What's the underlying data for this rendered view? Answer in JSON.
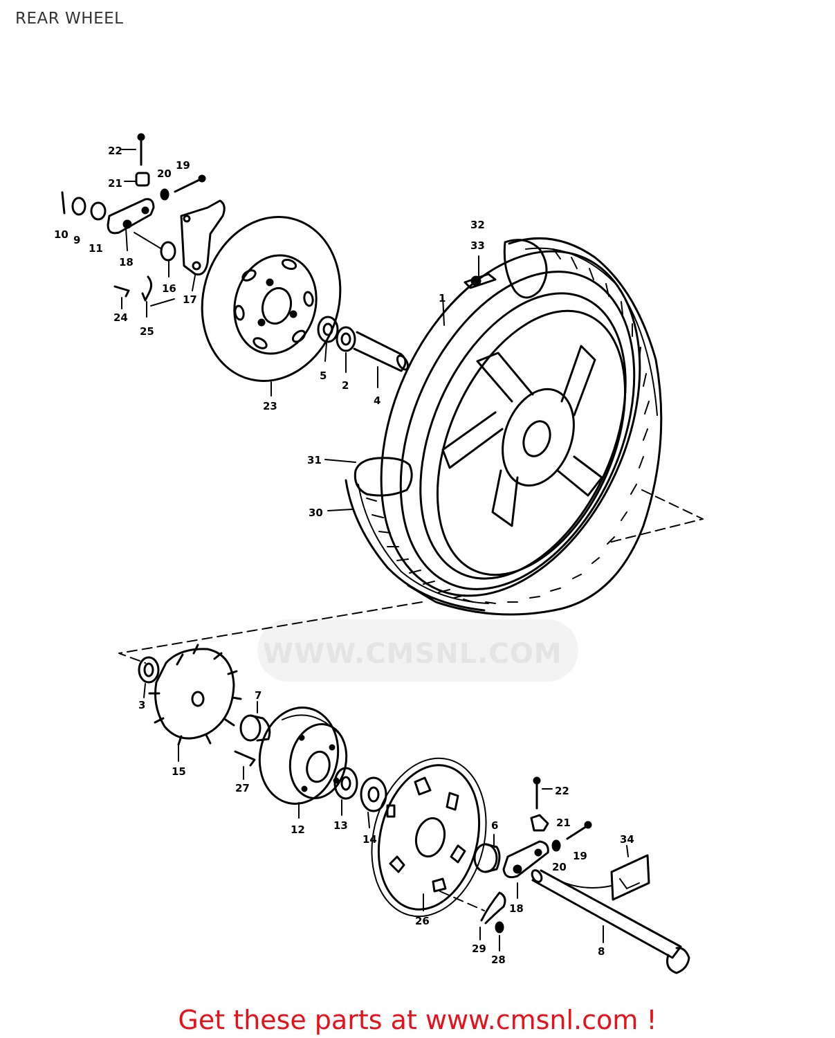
{
  "title": "REAR WHEEL",
  "watermark": "WWW.CMSNL.COM",
  "footer": "Get these parts at www.cmsnl.com !",
  "callouts": {
    "c1": "1",
    "c2": "2",
    "c3": "3",
    "c4": "4",
    "c5": "5",
    "c6": "6",
    "c7": "7",
    "c8": "8",
    "c9": "9",
    "c10": "10",
    "c11": "11",
    "c12": "12",
    "c13": "13",
    "c14": "14",
    "c15": "15",
    "c16": "16",
    "c17": "17",
    "c18": "18",
    "c18b": "18",
    "c19": "19",
    "c19b": "19",
    "c20": "20",
    "c20b": "20",
    "c21": "21",
    "c21b": "21",
    "c22": "22",
    "c22b": "22",
    "c23": "23",
    "c24": "24",
    "c25": "25",
    "c26": "26",
    "c27": "27",
    "c28": "28",
    "c29": "29",
    "c30": "30",
    "c31": "31",
    "c32": "32",
    "c33": "33",
    "c34": "34"
  },
  "colors": {
    "footer": "#e8101a",
    "line": "#000000",
    "watermark": "#e4e4e4"
  }
}
